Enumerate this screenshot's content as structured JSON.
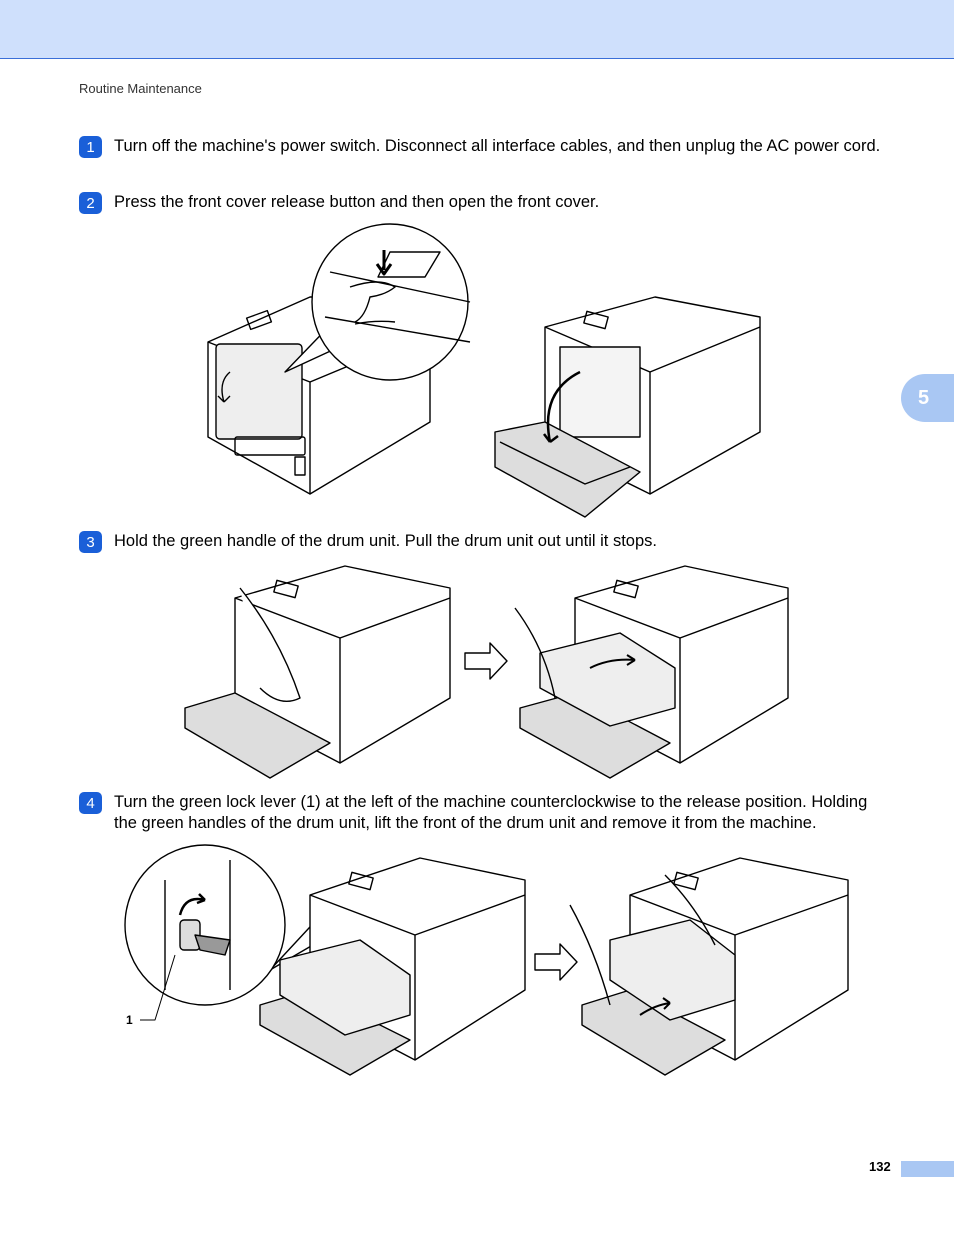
{
  "header": {
    "running_head": "Routine Maintenance"
  },
  "chapter_tab": {
    "number": "5"
  },
  "steps": [
    {
      "badge": "1",
      "text": "Turn off the machine's power switch. Disconnect all interface cables, and then unplug the AC power cord."
    },
    {
      "badge": "2",
      "text": "Press the front cover release button and then open the front cover."
    },
    {
      "badge": "3",
      "text": "Hold the green handle of the drum unit. Pull the drum unit out until it stops."
    },
    {
      "badge": "4",
      "text": "Turn the green lock lever (1) at the left of the machine counterclockwise to the release position. Holding the green handles of the drum unit, lift the front of the drum unit and remove it from the machine."
    }
  ],
  "figure3": {
    "callout_label": "1"
  },
  "footer": {
    "page_number": "132"
  },
  "colors": {
    "header_band": "#cfe0fc",
    "accent": "#1a5fd8",
    "tab": "#a9c7f3"
  }
}
